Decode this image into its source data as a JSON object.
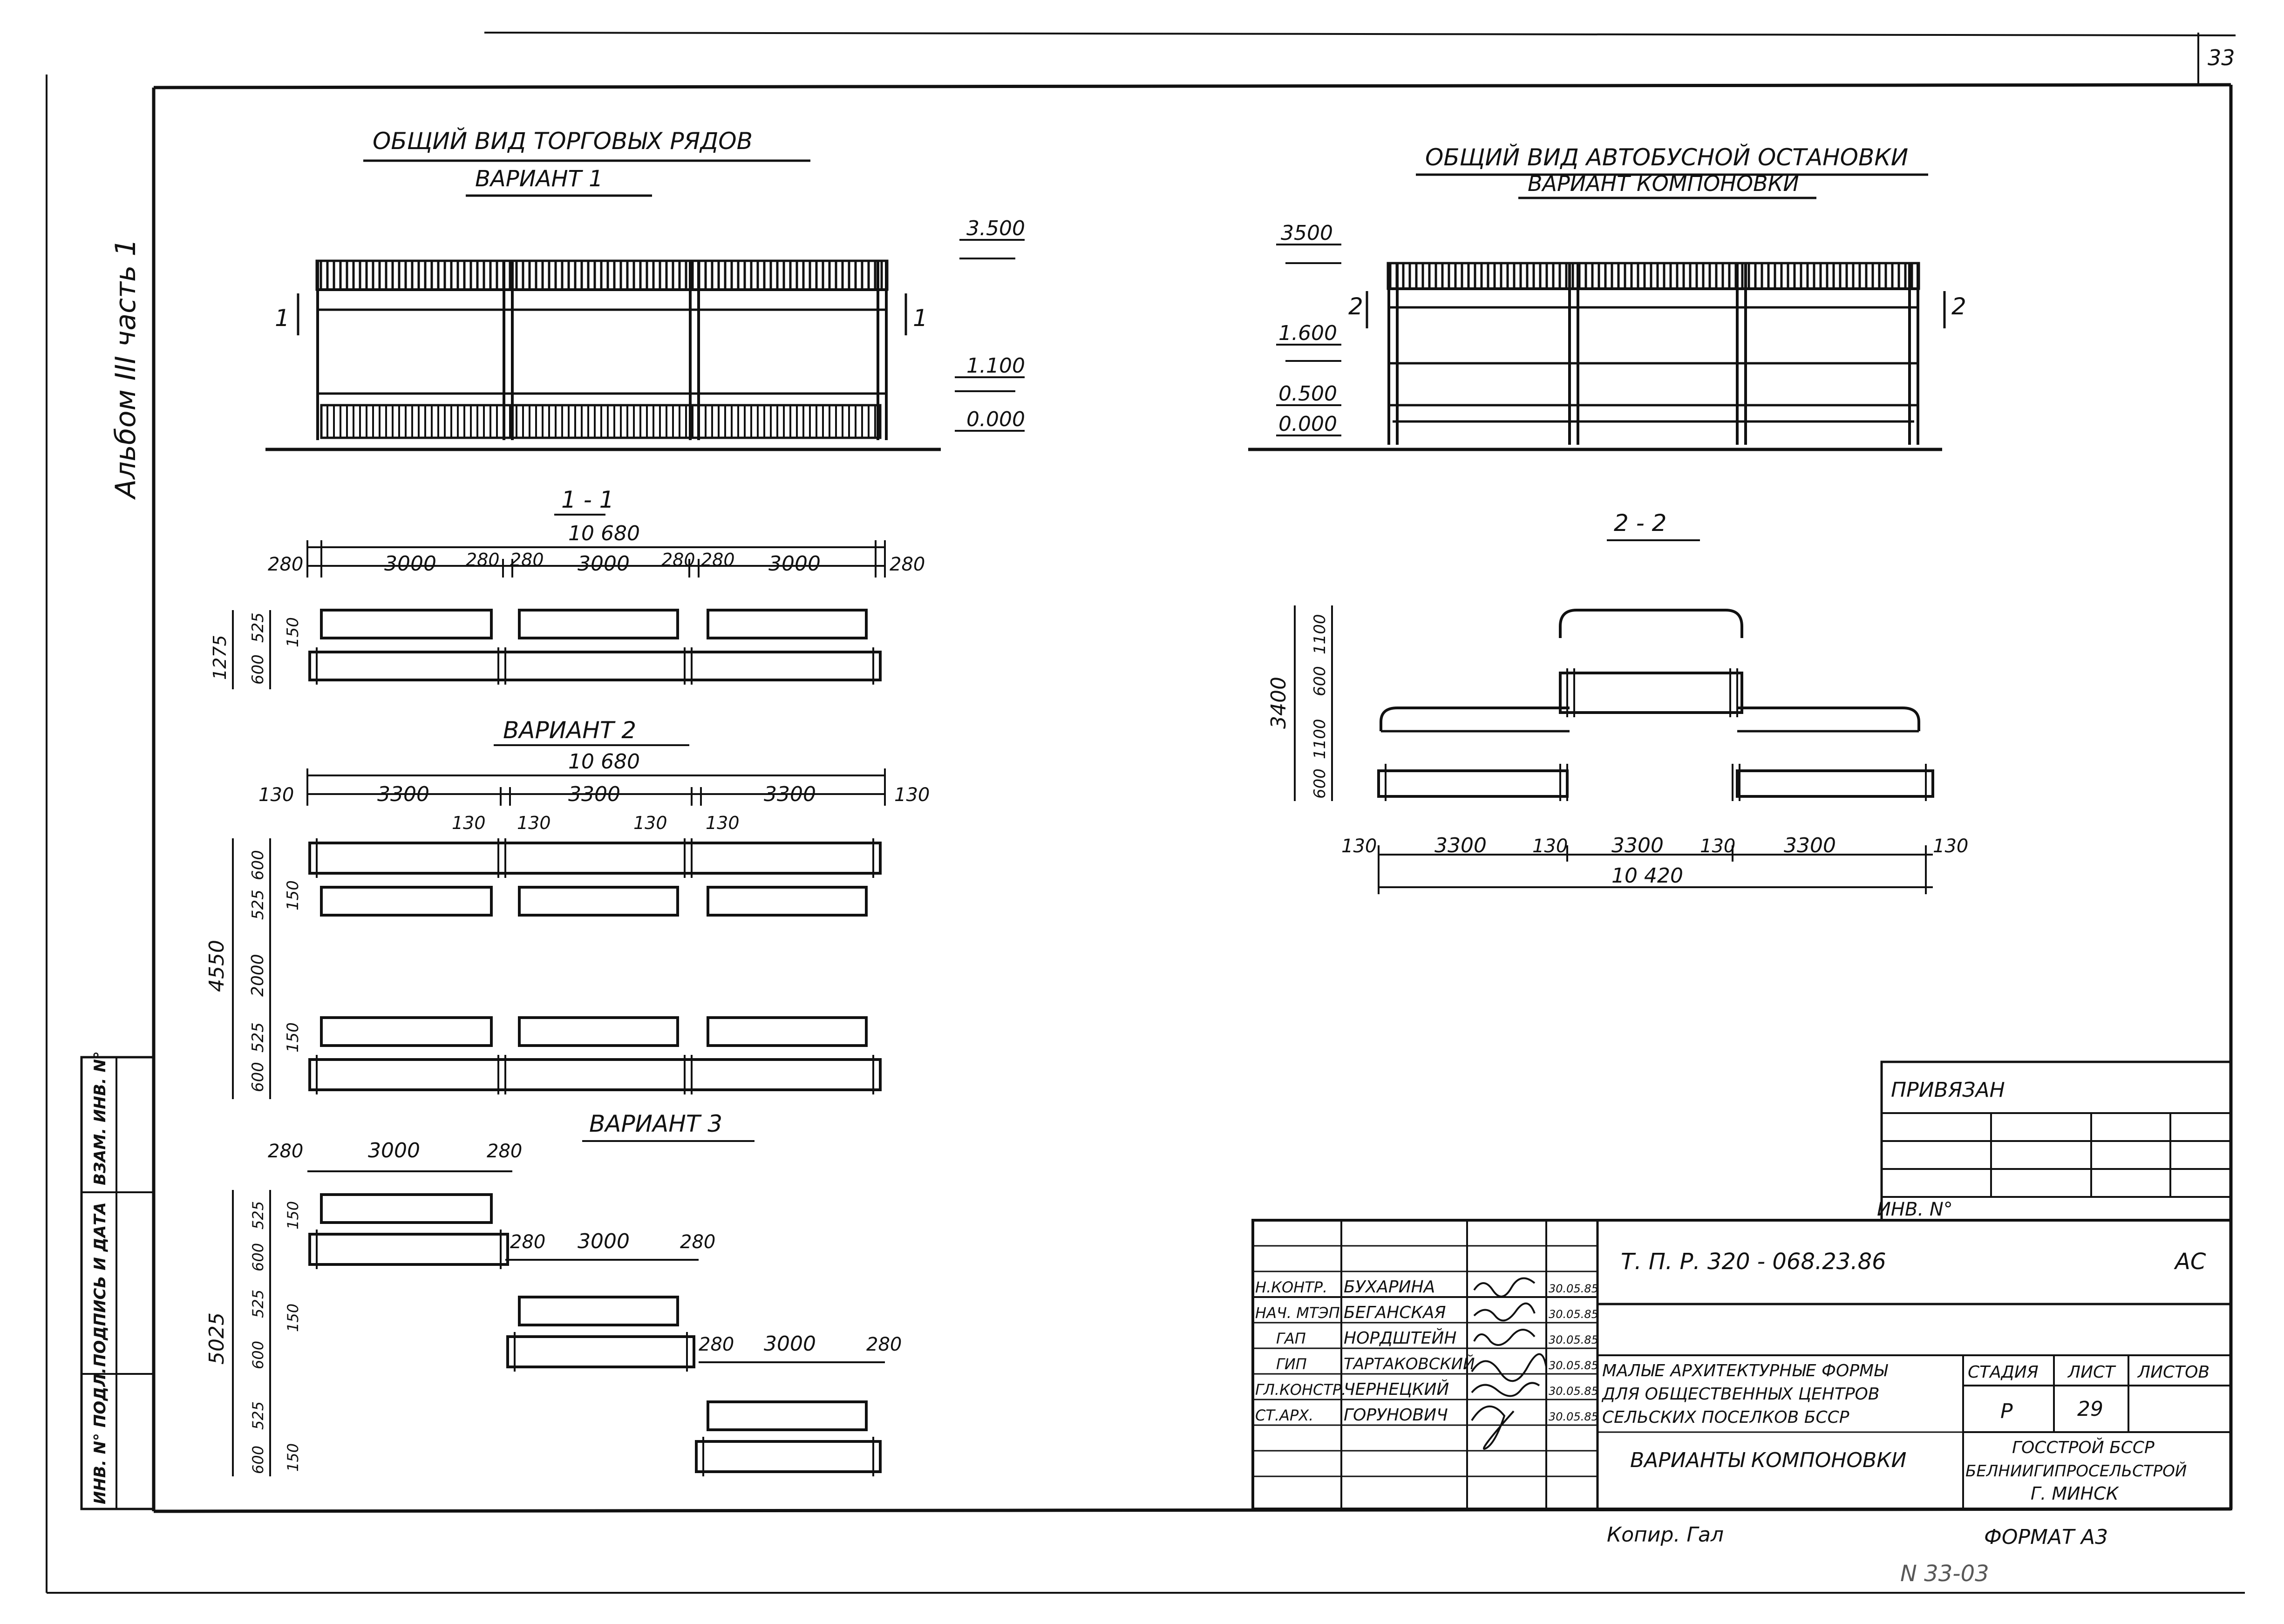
{
  "sheet": {
    "page_number": "33",
    "album_label": "Альбом III часть 1",
    "copied_label": "Копир. Гал",
    "format_label": "ФОРМАТ А3",
    "bottom_code": "N 33-03"
  },
  "market_rows": {
    "title": "ОБЩИЙ ВИД ТОРГОВЫХ РЯДОВ",
    "subtitle": "ВАРИАНТ 1",
    "level_top": "3.500",
    "level_mid": "1.100",
    "level_zero": "0.000",
    "cut_label": "1",
    "section_title": "1 - 1",
    "v1": {
      "overall": "10 680",
      "span": "3000",
      "gap": "280",
      "height_total": "1275",
      "depth_a": "600",
      "depth_b": "525",
      "depth_c": "150"
    },
    "v2": {
      "title": "ВАРИАНТ 2",
      "overall": "10 680",
      "span": "3300",
      "gap": "130",
      "height_total": "4550",
      "depth_a": "600",
      "depth_b": "525",
      "depth_c": "150",
      "aisle": "2000"
    },
    "v3": {
      "title": "ВАРИАНТ 3",
      "span": "3000",
      "gap": "280",
      "height_total": "5025",
      "depth_a": "600",
      "depth_b": "525",
      "depth_c": "150"
    }
  },
  "bus_stop": {
    "title": "ОБЩИЙ ВИД АВТОБУСНОЙ ОСТАНОВКИ",
    "subtitle": "ВАРИАНТ КОМПОНОВКИ",
    "level_top": "3500",
    "level_a": "1.600",
    "level_b": "0.500",
    "level_zero": "0.000",
    "cut_label": "2",
    "section_title": "2 - 2",
    "height_total": "3400",
    "h_a": "600",
    "h_b": "1100",
    "h_c": "600",
    "h_d": "1100",
    "span": "3300",
    "gap": "130",
    "overall": "10 420"
  },
  "title_block": {
    "attached_label": "ПРИВЯЗАН",
    "inv_label": "ИНВ. N°",
    "doc_code": "Т. П. Р. 320 - 068.23.86",
    "doc_type": "АС",
    "roles": [
      "Н.КОНТР.",
      "НАЧ. МТЭП",
      "ГАП",
      "ГИП",
      "ГЛ.КОНСТР.",
      "СТ.АРХ."
    ],
    "names": [
      "БУХАРИНА",
      "БЕГАНСКАЯ",
      "НОРДШТЕЙН",
      "ТАРТАКОВСКИЙ",
      "ЧЕРНЕЦКИЙ",
      "ГОРУНОВИЧ"
    ],
    "dates": [
      "30.05.85",
      "30.05.85",
      "30.05.85",
      "30.05.85",
      "30.05.85",
      "30.05.85"
    ],
    "project_title_1": "МАЛЫЕ АРХИТЕКТУРНЫЕ ФОРМЫ",
    "project_title_2": "ДЛЯ ОБЩЕСТВЕННЫХ ЦЕНТРОВ",
    "project_title_3": "СЕЛЬСКИХ ПОСЕЛКОВ БССР",
    "sheet_title": "ВАРИАНТЫ КОМПОНОВКИ",
    "stage_header": "СТАДИЯ",
    "sheet_header": "ЛИСТ",
    "sheets_header": "ЛИСТОВ",
    "stage_value": "Р",
    "sheet_value": "29",
    "org_1": "ГОССТРОЙ БССР",
    "org_2": "БЕЛНИИГИПРОСЕЛЬСТРОЙ",
    "org_3": "Г. МИНСК"
  },
  "side_stamp": {
    "col1": "ИНВ. N° ПОДЛ.",
    "col2": "ПОДПИСЬ И ДАТА",
    "col3": "ВЗАМ. ИНВ. N°"
  }
}
